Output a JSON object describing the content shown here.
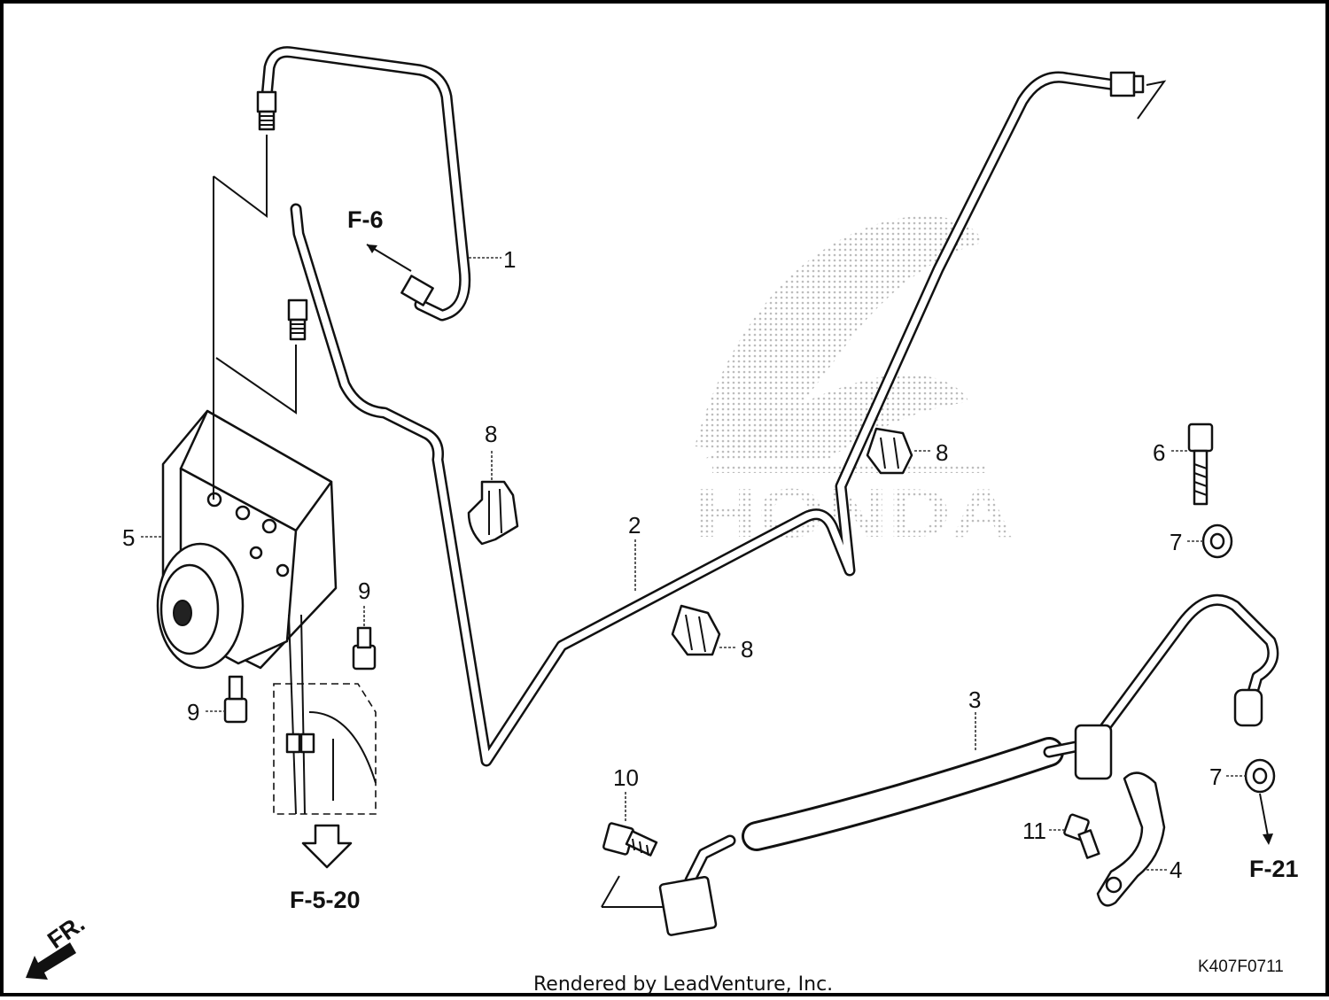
{
  "diagram": {
    "callouts": [
      {
        "id": "c1",
        "text": "1"
      },
      {
        "id": "c2",
        "text": "2"
      },
      {
        "id": "c3",
        "text": "3"
      },
      {
        "id": "c4",
        "text": "4"
      },
      {
        "id": "c5",
        "text": "5"
      },
      {
        "id": "c6",
        "text": "6"
      },
      {
        "id": "c7a",
        "text": "7"
      },
      {
        "id": "c7b",
        "text": "7"
      },
      {
        "id": "c8a",
        "text": "8"
      },
      {
        "id": "c8b",
        "text": "8"
      },
      {
        "id": "c8c",
        "text": "8"
      },
      {
        "id": "c9a",
        "text": "9"
      },
      {
        "id": "c9b",
        "text": "9"
      },
      {
        "id": "c10",
        "text": "10"
      },
      {
        "id": "c11",
        "text": "11"
      }
    ],
    "references": [
      {
        "id": "r1",
        "text": "F-6"
      },
      {
        "id": "r2",
        "text": "F-5-20"
      },
      {
        "id": "r3",
        "text": "F-21"
      }
    ],
    "front_indicator": "FR.",
    "watermark_logo": "HONDA",
    "diagram_code": "K407F0711",
    "footer": "Rendered by LeadVenture, Inc."
  },
  "colors": {
    "line": "#111111",
    "background": "#ffffff",
    "watermark": "#c8c8c8"
  }
}
